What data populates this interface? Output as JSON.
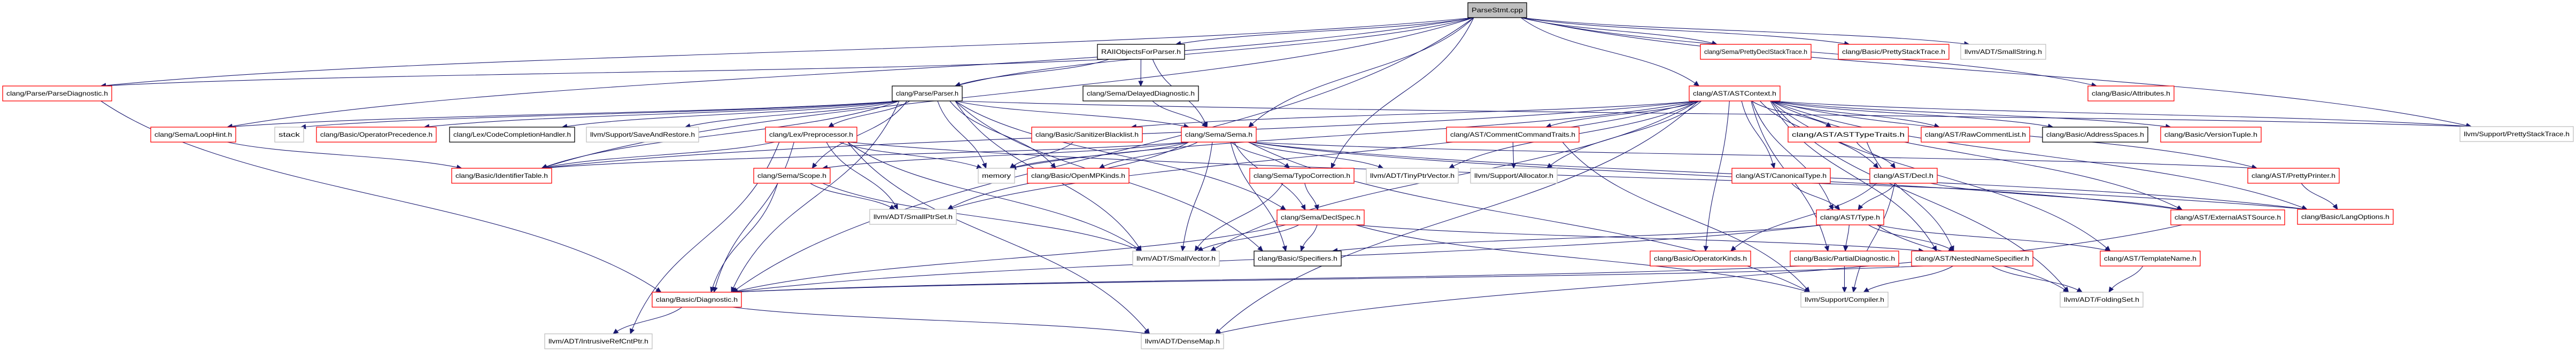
{
  "diagram": {
    "type": "include-dependency-graph",
    "root": "ParseStmt.cpp",
    "colors": {
      "edge": "#191970",
      "root_fill": "#bfbfbf",
      "border_truncated": "#ff0000",
      "border_documented": "#000000",
      "border_external": "#bfbfbf",
      "background": "#ffffff"
    },
    "nodes": [
      {
        "id": "root",
        "label": "ParseStmt.cpp",
        "style": "root"
      },
      {
        "id": "raii",
        "label": "RAIIObjectsForParser.h",
        "style": "documented"
      },
      {
        "id": "prettydecl",
        "label": "clang/Sema/PrettyDeclStackTrace.h",
        "style": "truncated"
      },
      {
        "id": "basicpst",
        "label": "clang/Basic/PrettyStackTrace.h",
        "style": "truncated"
      },
      {
        "id": "smallstring",
        "label": "llvm/ADT/SmallString.h",
        "style": "external"
      },
      {
        "id": "parsediag",
        "label": "clang/Parse/ParseDiagnostic.h",
        "style": "truncated"
      },
      {
        "id": "parser",
        "label": "clang/Parse/Parser.h",
        "style": "documented"
      },
      {
        "id": "delayeddiag",
        "label": "clang/Sema/DelayedDiagnostic.h",
        "style": "documented"
      },
      {
        "id": "astcontext",
        "label": "clang/AST/ASTContext.h",
        "style": "truncated"
      },
      {
        "id": "attributes",
        "label": "clang/Basic/Attributes.h",
        "style": "truncated"
      },
      {
        "id": "loophint",
        "label": "clang/Sema/LoopHint.h",
        "style": "truncated"
      },
      {
        "id": "stack",
        "label": "stack",
        "style": "external"
      },
      {
        "id": "opprec",
        "label": "clang/Basic/OperatorPrecedence.h",
        "style": "truncated"
      },
      {
        "id": "cch",
        "label": "clang/Lex/CodeCompletionHandler.h",
        "style": "documented"
      },
      {
        "id": "saverestore",
        "label": "llvm/Support/SaveAndRestore.h",
        "style": "external"
      },
      {
        "id": "preprocessor",
        "label": "clang/Lex/Preprocessor.h",
        "style": "truncated"
      },
      {
        "id": "sanitizer",
        "label": "clang/Basic/SanitizerBlacklist.h",
        "style": "truncated"
      },
      {
        "id": "sema",
        "label": "clang/Sema/Sema.h",
        "style": "truncated"
      },
      {
        "id": "cct",
        "label": "clang/AST/CommentCommandTraits.h",
        "style": "truncated"
      },
      {
        "id": "asttypetraits",
        "label": "clang/AST/ASTTypeTraits.h",
        "style": "truncated"
      },
      {
        "id": "rawcomment",
        "label": "clang/AST/RawCommentList.h",
        "style": "truncated"
      },
      {
        "id": "addrspaces",
        "label": "clang/Basic/AddressSpaces.h",
        "style": "documented"
      },
      {
        "id": "versiontuple",
        "label": "clang/Basic/VersionTuple.h",
        "style": "truncated"
      },
      {
        "id": "llvmpst",
        "label": "llvm/Support/PrettyStackTrace.h",
        "style": "external"
      },
      {
        "id": "identtable",
        "label": "clang/Basic/IdentifierTable.h",
        "style": "truncated"
      },
      {
        "id": "scope",
        "label": "clang/Sema/Scope.h",
        "style": "truncated"
      },
      {
        "id": "memory",
        "label": "memory",
        "style": "external"
      },
      {
        "id": "openmp",
        "label": "clang/Basic/OpenMPKinds.h",
        "style": "truncated"
      },
      {
        "id": "typocorr",
        "label": "clang/Sema/TypoCorrection.h",
        "style": "truncated"
      },
      {
        "id": "tinyptr",
        "label": "llvm/ADT/TinyPtrVector.h",
        "style": "external"
      },
      {
        "id": "allocator",
        "label": "llvm/Support/Allocator.h",
        "style": "external"
      },
      {
        "id": "canonical",
        "label": "clang/AST/CanonicalType.h",
        "style": "truncated"
      },
      {
        "id": "decl",
        "label": "clang/AST/Decl.h",
        "style": "truncated"
      },
      {
        "id": "prettyprinter",
        "label": "clang/AST/PrettyPrinter.h",
        "style": "truncated"
      },
      {
        "id": "smallptrset",
        "label": "llvm/ADT/SmallPtrSet.h",
        "style": "external"
      },
      {
        "id": "declspec",
        "label": "clang/Sema/DeclSpec.h",
        "style": "truncated"
      },
      {
        "id": "type",
        "label": "clang/AST/Type.h",
        "style": "truncated"
      },
      {
        "id": "extast",
        "label": "clang/AST/ExternalASTSource.h",
        "style": "truncated"
      },
      {
        "id": "langopts",
        "label": "clang/Basic/LangOptions.h",
        "style": "truncated"
      },
      {
        "id": "smallvector",
        "label": "llvm/ADT/SmallVector.h",
        "style": "external"
      },
      {
        "id": "specifiers",
        "label": "clang/Basic/Specifiers.h",
        "style": "documented"
      },
      {
        "id": "opkinds",
        "label": "clang/Basic/OperatorKinds.h",
        "style": "truncated"
      },
      {
        "id": "partialdiag",
        "label": "clang/Basic/PartialDiagnostic.h",
        "style": "truncated"
      },
      {
        "id": "nns",
        "label": "clang/AST/NestedNameSpecifier.h",
        "style": "truncated"
      },
      {
        "id": "templatename",
        "label": "clang/AST/TemplateName.h",
        "style": "truncated"
      },
      {
        "id": "diagnostic",
        "label": "clang/Basic/Diagnostic.h",
        "style": "truncated"
      },
      {
        "id": "compiler",
        "label": "llvm/Support/Compiler.h",
        "style": "external"
      },
      {
        "id": "foldingset",
        "label": "llvm/ADT/FoldingSet.h",
        "style": "external"
      },
      {
        "id": "intrusive",
        "label": "llvm/ADT/IntrusiveRefCntPtr.h",
        "style": "external"
      },
      {
        "id": "densemap",
        "label": "llvm/ADT/DenseMap.h",
        "style": "external"
      }
    ],
    "edges": [
      [
        "root",
        "raii"
      ],
      [
        "root",
        "prettydecl"
      ],
      [
        "root",
        "basicpst"
      ],
      [
        "root",
        "smallstring"
      ],
      [
        "root",
        "parsediag"
      ],
      [
        "root",
        "parser"
      ],
      [
        "root",
        "astcontext"
      ],
      [
        "root",
        "loophint"
      ],
      [
        "root",
        "sema"
      ],
      [
        "root",
        "typocorr"
      ],
      [
        "root",
        "llvmpst"
      ],
      [
        "root",
        "diagnostic"
      ],
      [
        "root",
        "attributes"
      ],
      [
        "root",
        "identtable"
      ],
      [
        "raii",
        "parser"
      ],
      [
        "raii",
        "delayeddiag"
      ],
      [
        "raii",
        "sema"
      ],
      [
        "raii",
        "parsediag"
      ],
      [
        "delayeddiag",
        "sema"
      ],
      [
        "parser",
        "loophint"
      ],
      [
        "parser",
        "stack"
      ],
      [
        "parser",
        "opprec"
      ],
      [
        "parser",
        "cch"
      ],
      [
        "parser",
        "saverestore"
      ],
      [
        "parser",
        "preprocessor"
      ],
      [
        "parser",
        "sema"
      ],
      [
        "parser",
        "memory"
      ],
      [
        "parser",
        "openmp"
      ],
      [
        "parser",
        "identtable"
      ],
      [
        "parser",
        "scope"
      ],
      [
        "parser",
        "smallvector"
      ],
      [
        "parser",
        "declspec"
      ],
      [
        "parser",
        "specifiers"
      ],
      [
        "parser",
        "llvmpst"
      ],
      [
        "parser",
        "diagnostic"
      ],
      [
        "parsediag",
        "diagnostic"
      ],
      [
        "loophint",
        "identtable"
      ],
      [
        "preprocessor",
        "identtable"
      ],
      [
        "preprocessor",
        "memory"
      ],
      [
        "preprocessor",
        "smallptrset"
      ],
      [
        "preprocessor",
        "diagnostic"
      ],
      [
        "preprocessor",
        "intrusive"
      ],
      [
        "preprocessor",
        "smallvector"
      ],
      [
        "preprocessor",
        "langopts"
      ],
      [
        "preprocessor",
        "densemap"
      ],
      [
        "sanitizer",
        "memory"
      ],
      [
        "sema",
        "memory"
      ],
      [
        "sema",
        "openmp"
      ],
      [
        "sema",
        "typocorr"
      ],
      [
        "sema",
        "tinyptr"
      ],
      [
        "sema",
        "identtable"
      ],
      [
        "sema",
        "scope"
      ],
      [
        "sema",
        "smallptrset"
      ],
      [
        "sema",
        "declspec"
      ],
      [
        "sema",
        "smallvector"
      ],
      [
        "sema",
        "specifiers"
      ],
      [
        "sema",
        "extast"
      ],
      [
        "sema",
        "prettyprinter"
      ],
      [
        "sema",
        "langopts"
      ],
      [
        "sema",
        "compiler"
      ],
      [
        "astcontext",
        "cct"
      ],
      [
        "astcontext",
        "asttypetraits"
      ],
      [
        "astcontext",
        "rawcomment"
      ],
      [
        "astcontext",
        "addrspaces"
      ],
      [
        "astcontext",
        "versiontuple"
      ],
      [
        "astcontext",
        "llvmpst"
      ],
      [
        "astcontext",
        "sanitizer"
      ],
      [
        "astcontext",
        "memory"
      ],
      [
        "astcontext",
        "tinyptr"
      ],
      [
        "astcontext",
        "allocator"
      ],
      [
        "astcontext",
        "canonical"
      ],
      [
        "astcontext",
        "decl"
      ],
      [
        "astcontext",
        "type"
      ],
      [
        "astcontext",
        "prettyprinter"
      ],
      [
        "astcontext",
        "extast"
      ],
      [
        "astcontext",
        "langopts"
      ],
      [
        "astcontext",
        "opkinds"
      ],
      [
        "astcontext",
        "partialdiag"
      ],
      [
        "astcontext",
        "nns"
      ],
      [
        "astcontext",
        "templatename"
      ],
      [
        "astcontext",
        "foldingset"
      ],
      [
        "astcontext",
        "densemap"
      ],
      [
        "astcontext",
        "identtable"
      ],
      [
        "astcontext",
        "smallptrset"
      ],
      [
        "astcontext",
        "smallvector"
      ],
      [
        "cct",
        "allocator"
      ],
      [
        "cct",
        "compiler"
      ],
      [
        "asttypetraits",
        "decl"
      ],
      [
        "asttypetraits",
        "nns"
      ],
      [
        "scope",
        "diagnostic"
      ],
      [
        "scope",
        "smallptrset"
      ],
      [
        "scope",
        "smallvector"
      ],
      [
        "typocorr",
        "declspec"
      ],
      [
        "typocorr",
        "smallvector"
      ],
      [
        "canonical",
        "type"
      ],
      [
        "decl",
        "type"
      ],
      [
        "decl",
        "opkinds"
      ],
      [
        "decl",
        "extast"
      ],
      [
        "decl",
        "compiler"
      ],
      [
        "prettyprinter",
        "langopts"
      ],
      [
        "declspec",
        "smallvector"
      ],
      [
        "declspec",
        "specifiers"
      ],
      [
        "declspec",
        "nns"
      ],
      [
        "declspec",
        "compiler"
      ],
      [
        "declspec",
        "diagnostic"
      ],
      [
        "type",
        "specifiers"
      ],
      [
        "type",
        "partialdiag"
      ],
      [
        "type",
        "nns"
      ],
      [
        "type",
        "templatename"
      ],
      [
        "type",
        "diagnostic"
      ],
      [
        "type",
        "foldingset"
      ],
      [
        "extast",
        "densemap"
      ],
      [
        "partialdiag",
        "compiler"
      ],
      [
        "partialdiag",
        "diagnostic"
      ],
      [
        "nns",
        "compiler"
      ],
      [
        "nns",
        "foldingset"
      ],
      [
        "nns",
        "diagnostic"
      ],
      [
        "templatename",
        "foldingset"
      ],
      [
        "diagnostic",
        "intrusive"
      ],
      [
        "diagnostic",
        "densemap"
      ]
    ]
  }
}
